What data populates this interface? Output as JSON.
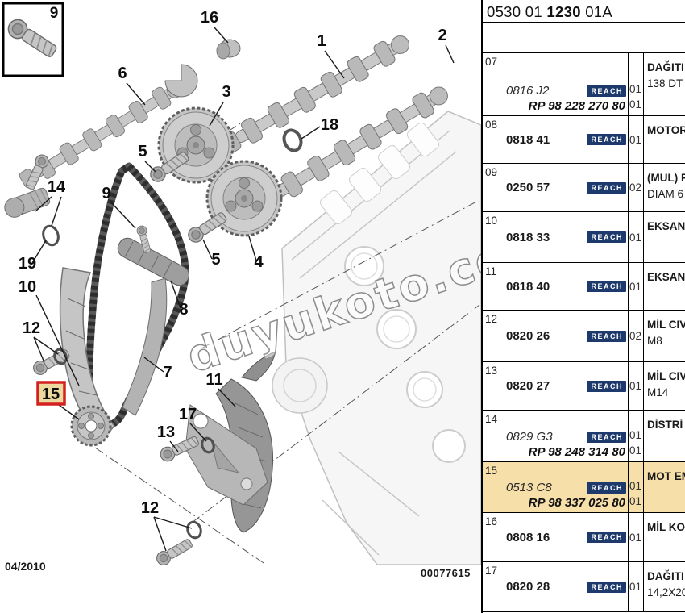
{
  "header": {
    "code_prefix": "0530 01 ",
    "code_main": "1230",
    "code_suffix": " 01A"
  },
  "table": {
    "badge_label": "REACH",
    "badge_color": "#1e3a6d",
    "highlight_color": "#f6dfa9",
    "rows": [
      {
        "num": "07",
        "ref": "0816 J2",
        "ref_italic": true,
        "rp": "RP 98 228 270 80",
        "qty1": "01",
        "qty2": "01",
        "desc1": "DAĞITI",
        "desc2": "138 DT",
        "highlighted": false
      },
      {
        "num": "08",
        "ref": "0818 41",
        "ref_italic": false,
        "qty1": "01",
        "desc1": "MOTOR",
        "highlighted": false
      },
      {
        "num": "09",
        "ref": "0250 57",
        "ref_italic": false,
        "qty1": "02",
        "desc1": "(MUL) F",
        "desc2": "DIAM 6",
        "highlighted": false
      },
      {
        "num": "10",
        "ref": "0818 33",
        "ref_italic": false,
        "qty1": "01",
        "desc1": "EKSAN",
        "highlighted": false
      },
      {
        "num": "11",
        "ref": "0818 40",
        "ref_italic": false,
        "qty1": "01",
        "desc1": "EKSAN",
        "highlighted": false
      },
      {
        "num": "12",
        "ref": "0820 26",
        "ref_italic": false,
        "qty1": "02",
        "desc1": "MİL CIV",
        "desc2": "M8",
        "highlighted": false
      },
      {
        "num": "13",
        "ref": "0820 27",
        "ref_italic": false,
        "qty1": "01",
        "desc1": "MİL CIV",
        "desc2": "M14",
        "highlighted": false
      },
      {
        "num": "14",
        "ref": "0829 G3",
        "ref_italic": true,
        "rp": "RP 98 248 314 80",
        "qty1": "01",
        "qty2": "01",
        "desc1": "DİSTRİ",
        "highlighted": false
      },
      {
        "num": "15",
        "ref": "0513 C8",
        "ref_italic": true,
        "rp": "RP 98 337 025 80",
        "qty1": "01",
        "qty2": "01",
        "desc1": "MOT EM",
        "highlighted": true
      },
      {
        "num": "16",
        "ref": "0808 16",
        "ref_italic": false,
        "qty1": "01",
        "desc1": "MİL KO",
        "highlighted": false
      },
      {
        "num": "17",
        "ref": "0820 28",
        "ref_italic": false,
        "qty1": "01",
        "desc1": "DAĞITI",
        "desc2": "14,2X20",
        "highlighted": false
      }
    ]
  },
  "diagram": {
    "watermark": "duyukoto.com",
    "date": "04/2010",
    "doc_number": "00077615",
    "callout_box_color": "#d42020",
    "callout_box_fill": "#ecd9a0",
    "labels": [
      {
        "id": "inset-9",
        "text": "9"
      },
      {
        "id": "16",
        "text": "16"
      },
      {
        "id": "1",
        "text": "1"
      },
      {
        "id": "2",
        "text": "2"
      },
      {
        "id": "6",
        "text": "6"
      },
      {
        "id": "3",
        "text": "3"
      },
      {
        "id": "18",
        "text": "18"
      },
      {
        "id": "5a",
        "text": "5"
      },
      {
        "id": "14",
        "text": "14"
      },
      {
        "id": "9b",
        "text": "9"
      },
      {
        "id": "19",
        "text": "19"
      },
      {
        "id": "10",
        "text": "10"
      },
      {
        "id": "8",
        "text": "8"
      },
      {
        "id": "12a",
        "text": "12"
      },
      {
        "id": "5b",
        "text": "5"
      },
      {
        "id": "4",
        "text": "4"
      },
      {
        "id": "7",
        "text": "7"
      },
      {
        "id": "11",
        "text": "11"
      },
      {
        "id": "15-selected",
        "text": "15"
      },
      {
        "id": "17",
        "text": "17"
      },
      {
        "id": "13",
        "text": "13"
      },
      {
        "id": "12b",
        "text": "12"
      }
    ]
  }
}
